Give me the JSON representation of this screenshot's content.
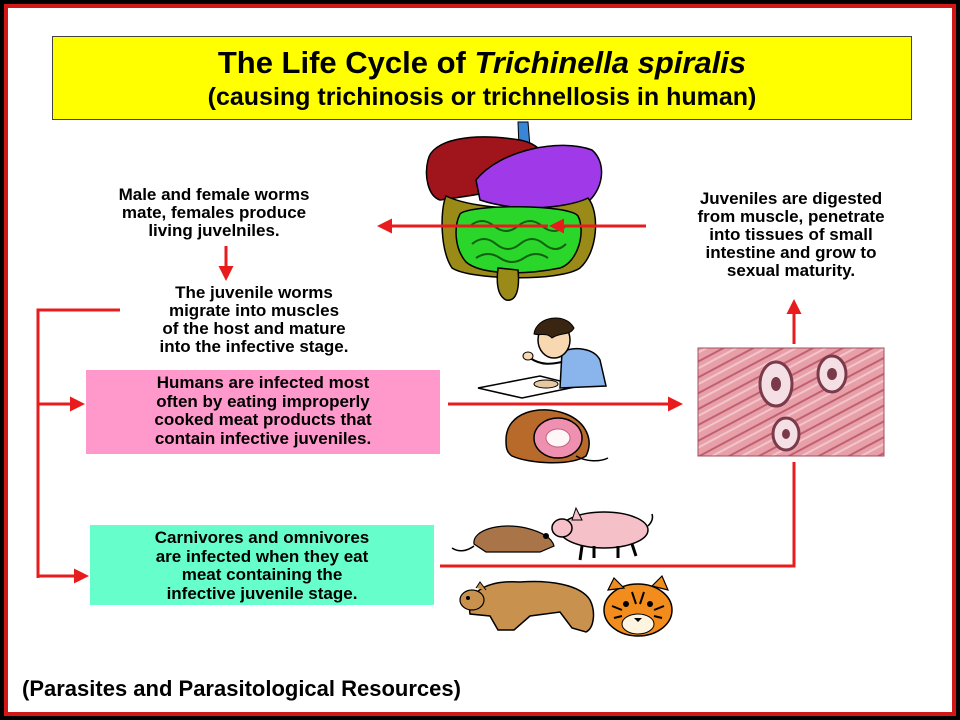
{
  "title": {
    "line1_prefix": "The Life Cycle of ",
    "line1_species": "Trichinella spiralis",
    "line2": "(causing trichinosis or trichnellosis in human)"
  },
  "steps": {
    "mate": [
      "Male and female worms",
      "mate, females produce",
      "living juvelniles."
    ],
    "migrate": [
      "The juvenile worms",
      "migrate into muscles",
      "of the host and mature",
      "into the infective stage."
    ],
    "digested": [
      "Juveniles are digested",
      "from muscle, penetrate",
      "into tissues of small",
      "intestine and grow to",
      "sexual maturity."
    ],
    "humans": [
      "Humans are infected most",
      "often by eating improperly",
      "cooked meat products that",
      "contain infective juveniles."
    ],
    "carnivores": [
      "Carnivores and omnivores",
      "are infected when they eat",
      "meat containing the",
      "infective juvenile stage."
    ]
  },
  "citation": "(Parasites and Parasitological Resources)",
  "colors": {
    "frame": "#d01818",
    "arrow": "#e81c1c",
    "title_bg": "#ffff00",
    "humans_bg": "#ff99cc",
    "carnivores_bg": "#66ffcc"
  },
  "icons": [
    "digestive-system-icon",
    "person-eating-icon",
    "ham-icon",
    "muscle-tissue-icon",
    "rat-icon",
    "pig-icon",
    "bear-icon",
    "tiger-icon"
  ]
}
